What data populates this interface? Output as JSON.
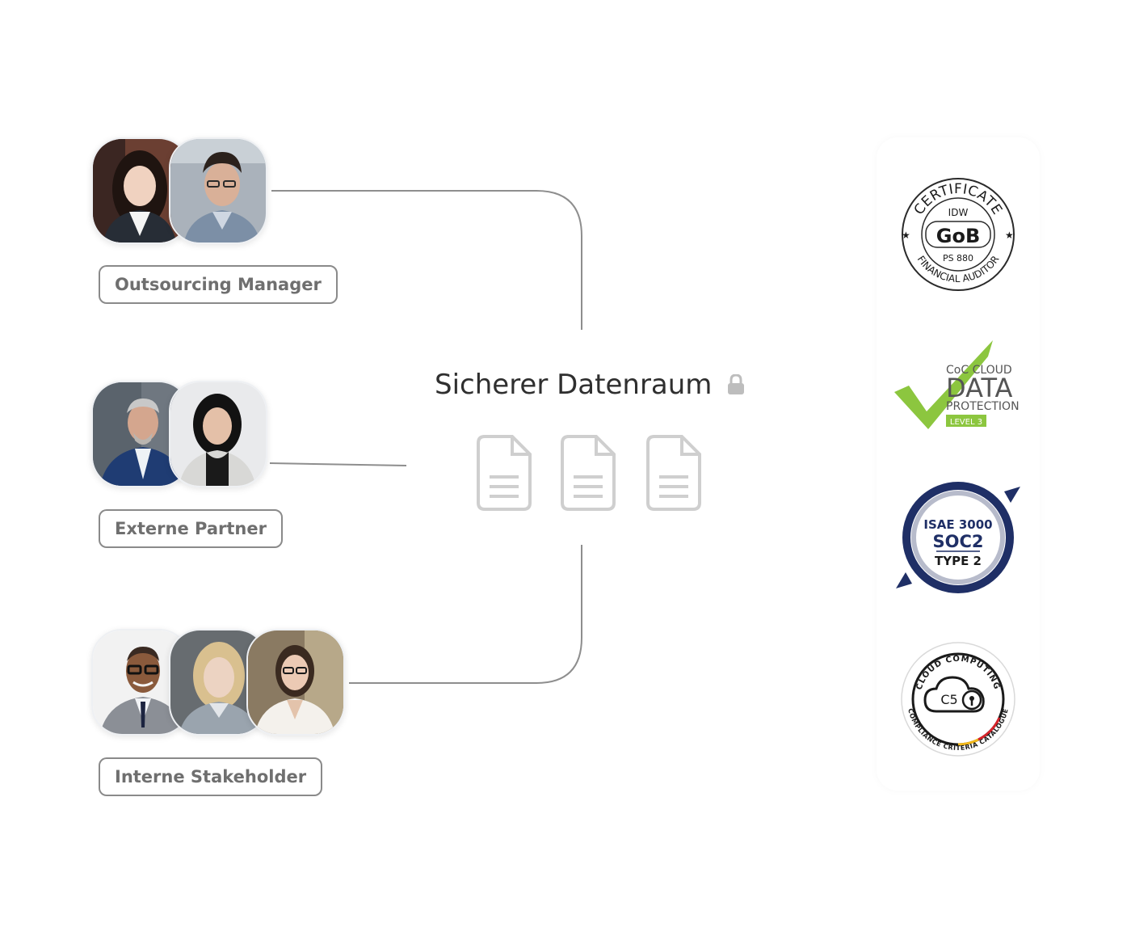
{
  "diagram": {
    "groups": [
      {
        "label": "Outsourcing Manager",
        "avatar_count": 2
      },
      {
        "label": "Externe Partner",
        "avatar_count": 2
      },
      {
        "label": "Interne Stakeholder",
        "avatar_count": 3
      }
    ],
    "data_room": {
      "title": "Sicherer Datenraum",
      "lock_icon": "lock-icon",
      "document_icon": "document-icon",
      "document_count": 3
    },
    "certificates": {
      "gob": {
        "arc_top": "CERTIFICATE",
        "issuer": "IDW",
        "name": "GoB",
        "standard": "PS 880",
        "arc_bottom": "FINANCIAL AUDITOR"
      },
      "coc": {
        "line1": "CoC CLOUD",
        "line2": "DATA",
        "line3": "PROTECTION",
        "level": "LEVEL 3"
      },
      "soc2": {
        "line1": "ISAE 3000",
        "line2": "SOC2",
        "line3": "TYPE 2"
      },
      "c5": {
        "arc_top": "CLOUD COMPUTING",
        "arc_bottom": "COMPLIANCE CRITERIA CATALOGUE",
        "code": "C5"
      }
    },
    "colors": {
      "line": "#8e8e8e",
      "label_border": "#8a8a8a",
      "label_text": "#6f6f6f",
      "doc_gray": "#cfcfcf",
      "navy": "#1f2f66",
      "check_green": "#8cc63f",
      "c5_red": "#d8232a",
      "c5_gold": "#f2b81a"
    }
  }
}
